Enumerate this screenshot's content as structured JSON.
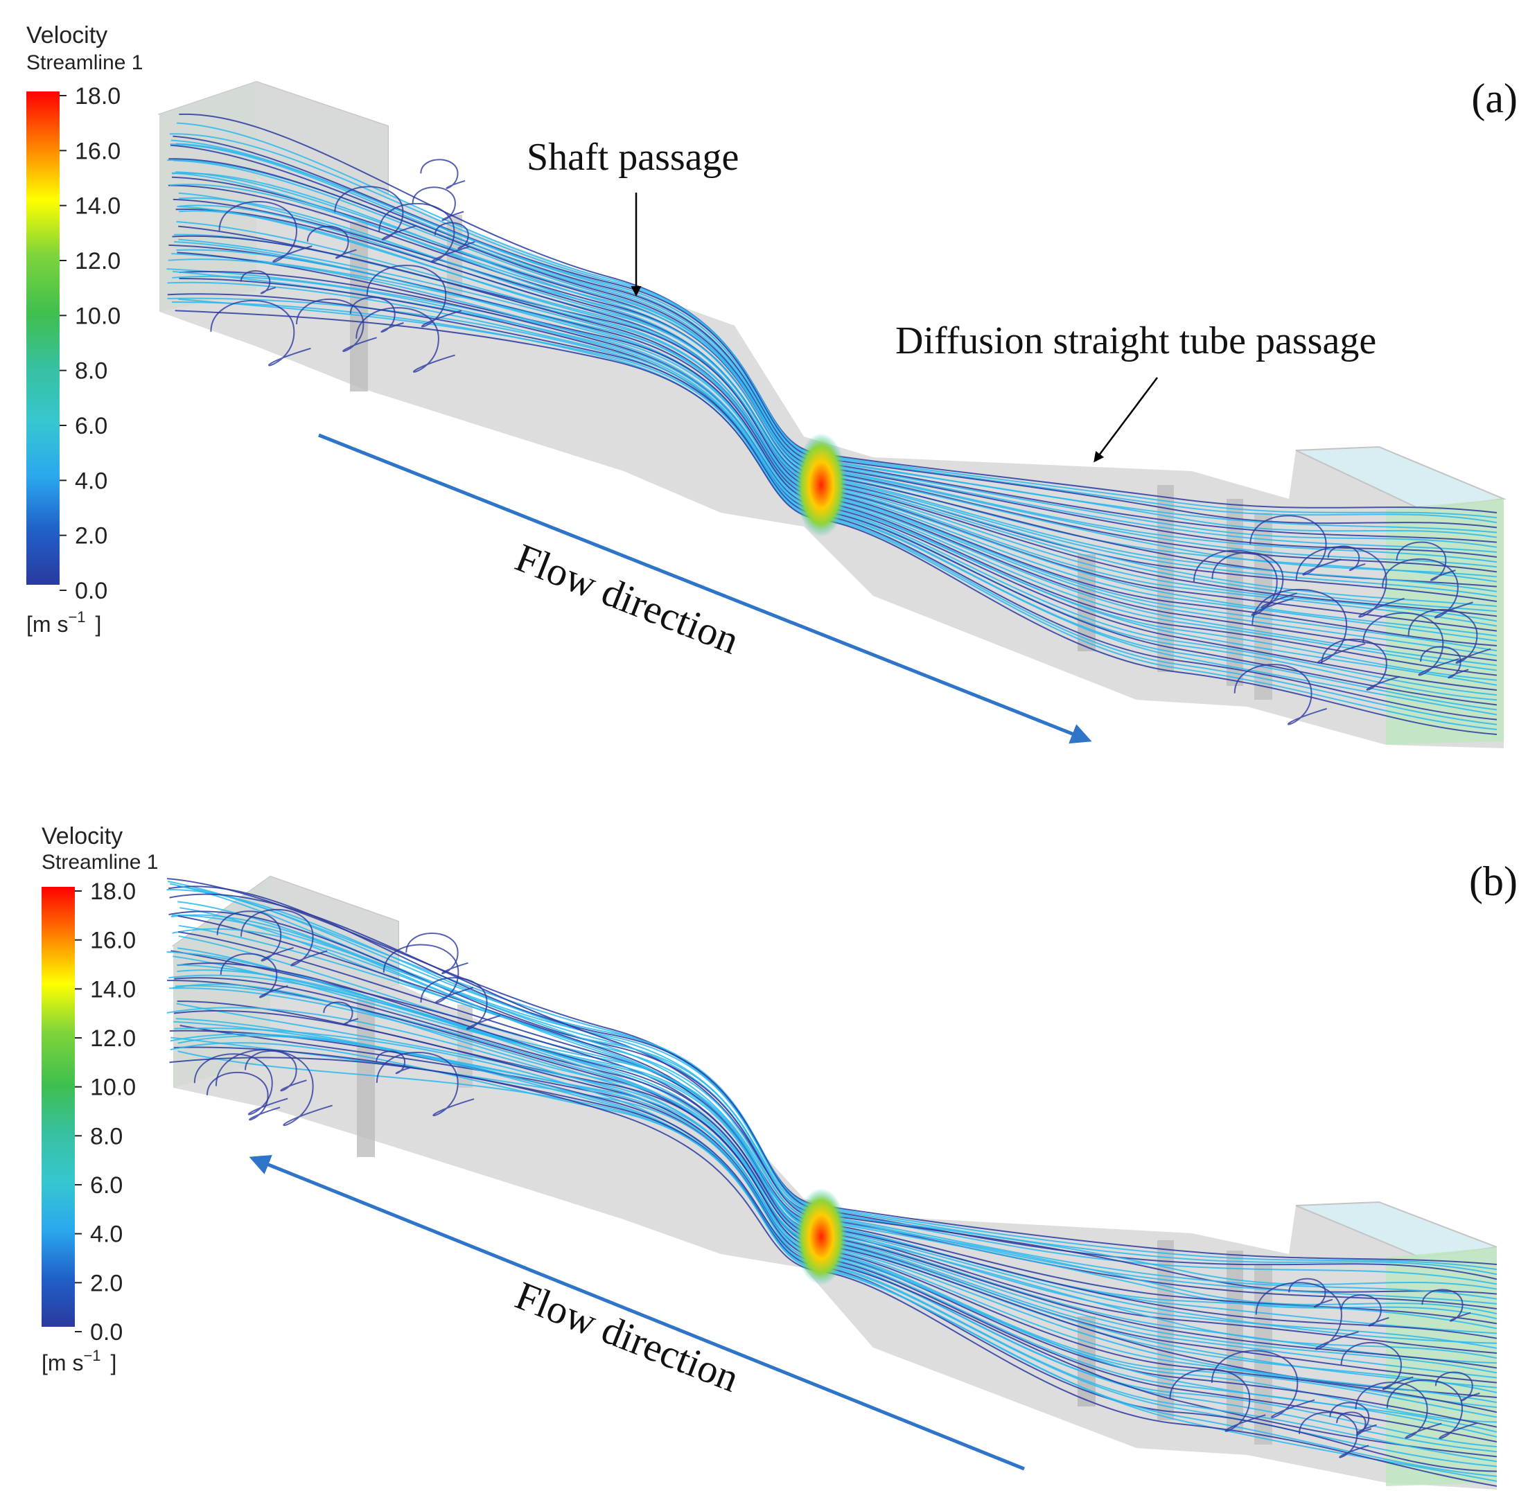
{
  "colorbar": {
    "title": "Velocity",
    "subtitle": "Streamline 1",
    "ticks": [
      "18.0",
      "16.0",
      "14.0",
      "12.0",
      "10.0",
      "8.0",
      "6.0",
      "4.0",
      "2.0",
      "0.0"
    ],
    "unit_main": "[m s",
    "unit_sup": "−1",
    "unit_end": "]",
    "colors": [
      "#ff0000",
      "#ff8000",
      "#ffff00",
      "#4bbf3a",
      "#2fbf7f",
      "#36c7c7",
      "#2ab8ee",
      "#2060c8",
      "#2a3aa0"
    ]
  },
  "panel_a": {
    "label": "(a)",
    "annotation_shaft": "Shaft passage",
    "annotation_diffusion": "Diffusion straight tube passage",
    "flow_label": "Flow direction"
  },
  "panel_b": {
    "label": "(b)",
    "flow_label": "Flow direction"
  },
  "colors": {
    "structure": "#d5d5d5",
    "structure_edge": "#bdbdbd",
    "inlet_face": "#bfe6c2",
    "top_face": "#d8eef2",
    "arrow": "#2e75c9",
    "streamline_slow": "#2a3aa0",
    "streamline_mid": "#2ab8ee",
    "streamline_fast": "#ff3300"
  }
}
